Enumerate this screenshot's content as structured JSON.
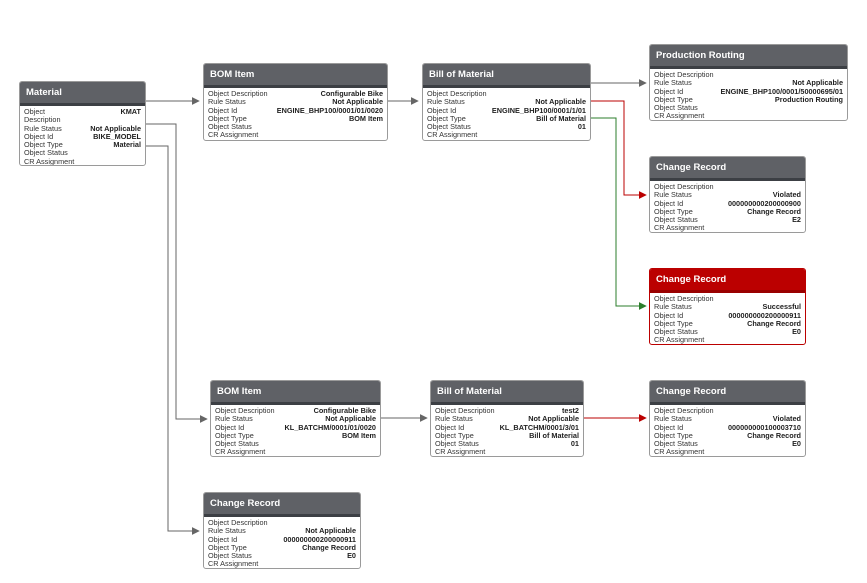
{
  "colors": {
    "header": "#5f6166",
    "header_selected": "#bb0000",
    "edge_default": "#666666",
    "edge_violated": "#bb0000",
    "edge_successful": "#2b7d2b"
  },
  "nodes": [
    {
      "id": "material",
      "title": "Material",
      "rows": [
        {
          "label": "Object",
          "value": "KMAT"
        },
        {
          "label": "Description",
          "value": ""
        },
        {
          "label": "Rule Status",
          "value": "Not Applicable"
        },
        {
          "label": "Object Id",
          "value": "BIKE_MODEL"
        },
        {
          "label": "Object Type",
          "value": "Material"
        },
        {
          "label": "Object Status",
          "value": ""
        },
        {
          "label": "CR Assignment",
          "value": ""
        }
      ]
    },
    {
      "id": "bom-item-1",
      "title": "BOM Item",
      "rows": [
        {
          "label": "Object Description",
          "value": "Configurable Bike"
        },
        {
          "label": "Rule Status",
          "value": "Not Applicable"
        },
        {
          "label": "Object Id",
          "value": "ENGINE_BHP100/0001/01/0020"
        },
        {
          "label": "Object Type",
          "value": "BOM Item"
        },
        {
          "label": "Object Status",
          "value": ""
        },
        {
          "label": "CR Assignment",
          "value": ""
        }
      ]
    },
    {
      "id": "bom-1",
      "title": "Bill of Material",
      "rows": [
        {
          "label": "Object Description",
          "value": ""
        },
        {
          "label": "Rule Status",
          "value": "Not Applicable"
        },
        {
          "label": "Object Id",
          "value": "ENGINE_BHP100/0001/1/01"
        },
        {
          "label": "Object Type",
          "value": "Bill of Material"
        },
        {
          "label": "Object Status",
          "value": "01"
        },
        {
          "label": "CR Assignment",
          "value": ""
        }
      ]
    },
    {
      "id": "production-routing",
      "title": "Production Routing",
      "rows": [
        {
          "label": "Object Description",
          "value": ""
        },
        {
          "label": "Rule Status",
          "value": "Not Applicable"
        },
        {
          "label": "Object Id",
          "value": "ENGINE_BHP100/0001/50000695/01"
        },
        {
          "label": "Object Type",
          "value": "Production Routing"
        },
        {
          "label": "Object Status",
          "value": ""
        },
        {
          "label": "CR Assignment",
          "value": ""
        }
      ]
    },
    {
      "id": "change-record-1",
      "title": "Change Record",
      "rows": [
        {
          "label": "Object Description",
          "value": ""
        },
        {
          "label": "Rule Status",
          "value": "Violated"
        },
        {
          "label": "Object Id",
          "value": "000000000200000900"
        },
        {
          "label": "Object Type",
          "value": "Change Record"
        },
        {
          "label": "Object Status",
          "value": "E2"
        },
        {
          "label": "CR Assignment",
          "value": ""
        }
      ]
    },
    {
      "id": "change-record-2",
      "title": "Change Record",
      "selected": true,
      "rows": [
        {
          "label": "Object Description",
          "value": ""
        },
        {
          "label": "Rule Status",
          "value": "Successful"
        },
        {
          "label": "Object Id",
          "value": "000000000200000911"
        },
        {
          "label": "Object Type",
          "value": "Change Record"
        },
        {
          "label": "Object Status",
          "value": "E0"
        },
        {
          "label": "CR Assignment",
          "value": ""
        }
      ]
    },
    {
      "id": "bom-item-2",
      "title": "BOM Item",
      "rows": [
        {
          "label": "Object Description",
          "value": "Configurable Bike"
        },
        {
          "label": "Rule Status",
          "value": "Not Applicable"
        },
        {
          "label": "Object Id",
          "value": "KL_BATCHM/0001/01/0020"
        },
        {
          "label": "Object Type",
          "value": "BOM Item"
        },
        {
          "label": "Object Status",
          "value": ""
        },
        {
          "label": "CR Assignment",
          "value": ""
        }
      ]
    },
    {
      "id": "bom-2",
      "title": "Bill of Material",
      "rows": [
        {
          "label": "Object Description",
          "value": "test2"
        },
        {
          "label": "Rule Status",
          "value": "Not Applicable"
        },
        {
          "label": "Object Id",
          "value": "KL_BATCHM/0001/3/01"
        },
        {
          "label": "Object Type",
          "value": "Bill of Material"
        },
        {
          "label": "Object Status",
          "value": "01"
        },
        {
          "label": "CR Assignment",
          "value": ""
        }
      ]
    },
    {
      "id": "change-record-3",
      "title": "Change Record",
      "rows": [
        {
          "label": "Object Description",
          "value": ""
        },
        {
          "label": "Rule Status",
          "value": "Violated"
        },
        {
          "label": "Object Id",
          "value": "000000000100003710"
        },
        {
          "label": "Object Type",
          "value": "Change Record"
        },
        {
          "label": "Object Status",
          "value": "E0"
        },
        {
          "label": "CR Assignment",
          "value": ""
        }
      ]
    },
    {
      "id": "change-record-4",
      "title": "Change Record",
      "rows": [
        {
          "label": "Object Description",
          "value": ""
        },
        {
          "label": "Rule Status",
          "value": "Not Applicable"
        },
        {
          "label": "Object Id",
          "value": "000000000200000911"
        },
        {
          "label": "Object Type",
          "value": "Change Record"
        },
        {
          "label": "Object Status",
          "value": "E0"
        },
        {
          "label": "CR Assignment",
          "value": ""
        }
      ]
    }
  ],
  "edges": [
    {
      "from": "material",
      "to": "bom-item-1",
      "status": "default"
    },
    {
      "from": "material",
      "to": "bom-item-2",
      "status": "default"
    },
    {
      "from": "material",
      "to": "change-record-4",
      "status": "default"
    },
    {
      "from": "bom-item-1",
      "to": "bom-1",
      "status": "default"
    },
    {
      "from": "bom-1",
      "to": "production-routing",
      "status": "default"
    },
    {
      "from": "bom-1",
      "to": "change-record-1",
      "status": "violated"
    },
    {
      "from": "bom-1",
      "to": "change-record-2",
      "status": "successful"
    },
    {
      "from": "bom-item-2",
      "to": "bom-2",
      "status": "default"
    },
    {
      "from": "bom-2",
      "to": "change-record-3",
      "status": "violated"
    }
  ]
}
